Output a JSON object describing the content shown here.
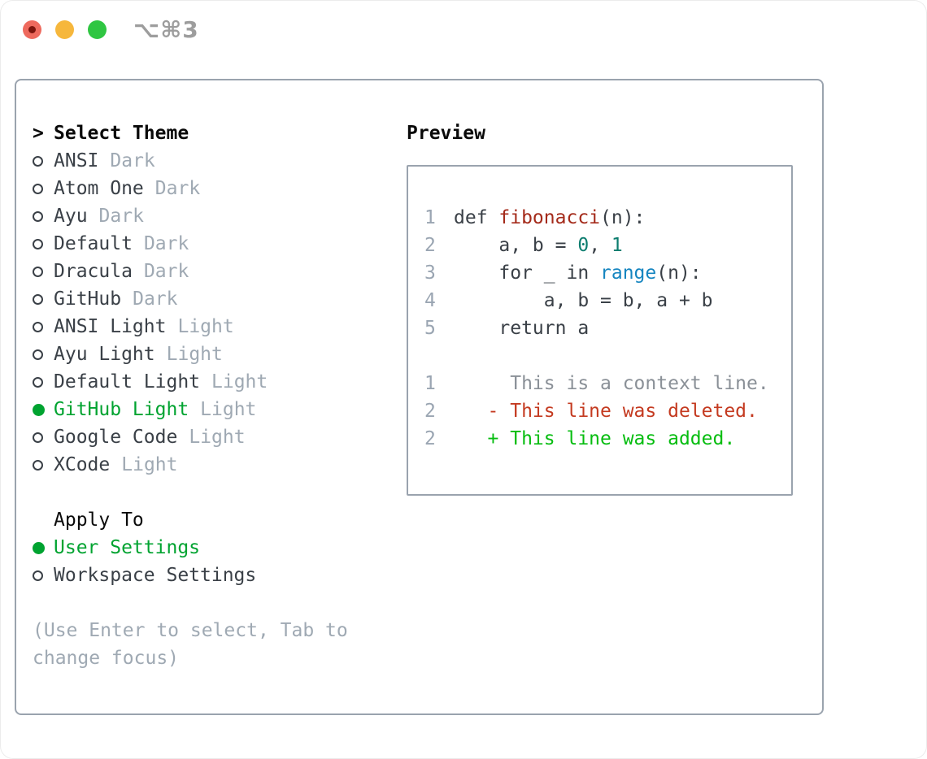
{
  "window": {
    "shortcut_title": "⌥⌘3"
  },
  "colors": {
    "selected_green": "#00a330",
    "added_green": "#06bd10",
    "deleted_red": "#c43a20",
    "function_red": "#a42a1a",
    "number_teal": "#0d7d6f",
    "builtin_blue": "#1585c0",
    "muted_gray": "#9fa9b3",
    "border_gray": "#9aa3ae"
  },
  "theme_picker": {
    "header_prefix": ">",
    "header": "Select Theme",
    "themes": [
      {
        "name": "ANSI",
        "variant": "Dark",
        "selected": false
      },
      {
        "name": "Atom One",
        "variant": "Dark",
        "selected": false
      },
      {
        "name": "Ayu",
        "variant": "Dark",
        "selected": false
      },
      {
        "name": "Default",
        "variant": "Dark",
        "selected": false
      },
      {
        "name": "Dracula",
        "variant": "Dark",
        "selected": false
      },
      {
        "name": "GitHub",
        "variant": "Dark",
        "selected": false
      },
      {
        "name": "ANSI Light",
        "variant": "Light",
        "selected": false
      },
      {
        "name": "Ayu Light",
        "variant": "Light",
        "selected": false
      },
      {
        "name": "Default Light",
        "variant": "Light",
        "selected": false
      },
      {
        "name": "GitHub Light",
        "variant": "Light",
        "selected": true
      },
      {
        "name": "Google Code",
        "variant": "Light",
        "selected": false
      },
      {
        "name": "XCode",
        "variant": "Light",
        "selected": false
      }
    ],
    "apply_to": {
      "header": "Apply To",
      "options": [
        {
          "label": "User Settings",
          "selected": true
        },
        {
          "label": "Workspace Settings",
          "selected": false
        }
      ]
    },
    "hint": "(Use Enter to select, Tab to change focus)"
  },
  "preview": {
    "header": "Preview",
    "lines": [
      {
        "segments": [
          {
            "style": "ln",
            "text": "1"
          },
          {
            "style": "plain",
            "text": "def "
          },
          {
            "style": "func",
            "text": "fibonacci"
          },
          {
            "style": "plain",
            "text": "(n):"
          }
        ]
      },
      {
        "segments": [
          {
            "style": "ln",
            "text": "2"
          },
          {
            "style": "plain",
            "text": "    a, b = "
          },
          {
            "style": "num",
            "text": "0"
          },
          {
            "style": "plain",
            "text": ", "
          },
          {
            "style": "num",
            "text": "1"
          }
        ]
      },
      {
        "segments": [
          {
            "style": "ln",
            "text": "3"
          },
          {
            "style": "plain",
            "text": "    for _ in "
          },
          {
            "style": "builtin",
            "text": "range"
          },
          {
            "style": "plain",
            "text": "(n):"
          }
        ]
      },
      {
        "segments": [
          {
            "style": "ln",
            "text": "4"
          },
          {
            "style": "plain",
            "text": "        a, b = b, a + b"
          }
        ]
      },
      {
        "segments": [
          {
            "style": "ln",
            "text": "5"
          },
          {
            "style": "plain",
            "text": "    return a"
          }
        ]
      },
      {
        "segments": []
      },
      {
        "segments": [
          {
            "style": "ln",
            "text": "1"
          },
          {
            "style": "context",
            "text": "     This is a context line."
          }
        ]
      },
      {
        "segments": [
          {
            "style": "ln",
            "text": "2"
          },
          {
            "style": "del",
            "text": "   - This line was deleted."
          }
        ]
      },
      {
        "segments": [
          {
            "style": "ln",
            "text": "2"
          },
          {
            "style": "add",
            "text": "   + This line was added."
          }
        ]
      }
    ]
  }
}
